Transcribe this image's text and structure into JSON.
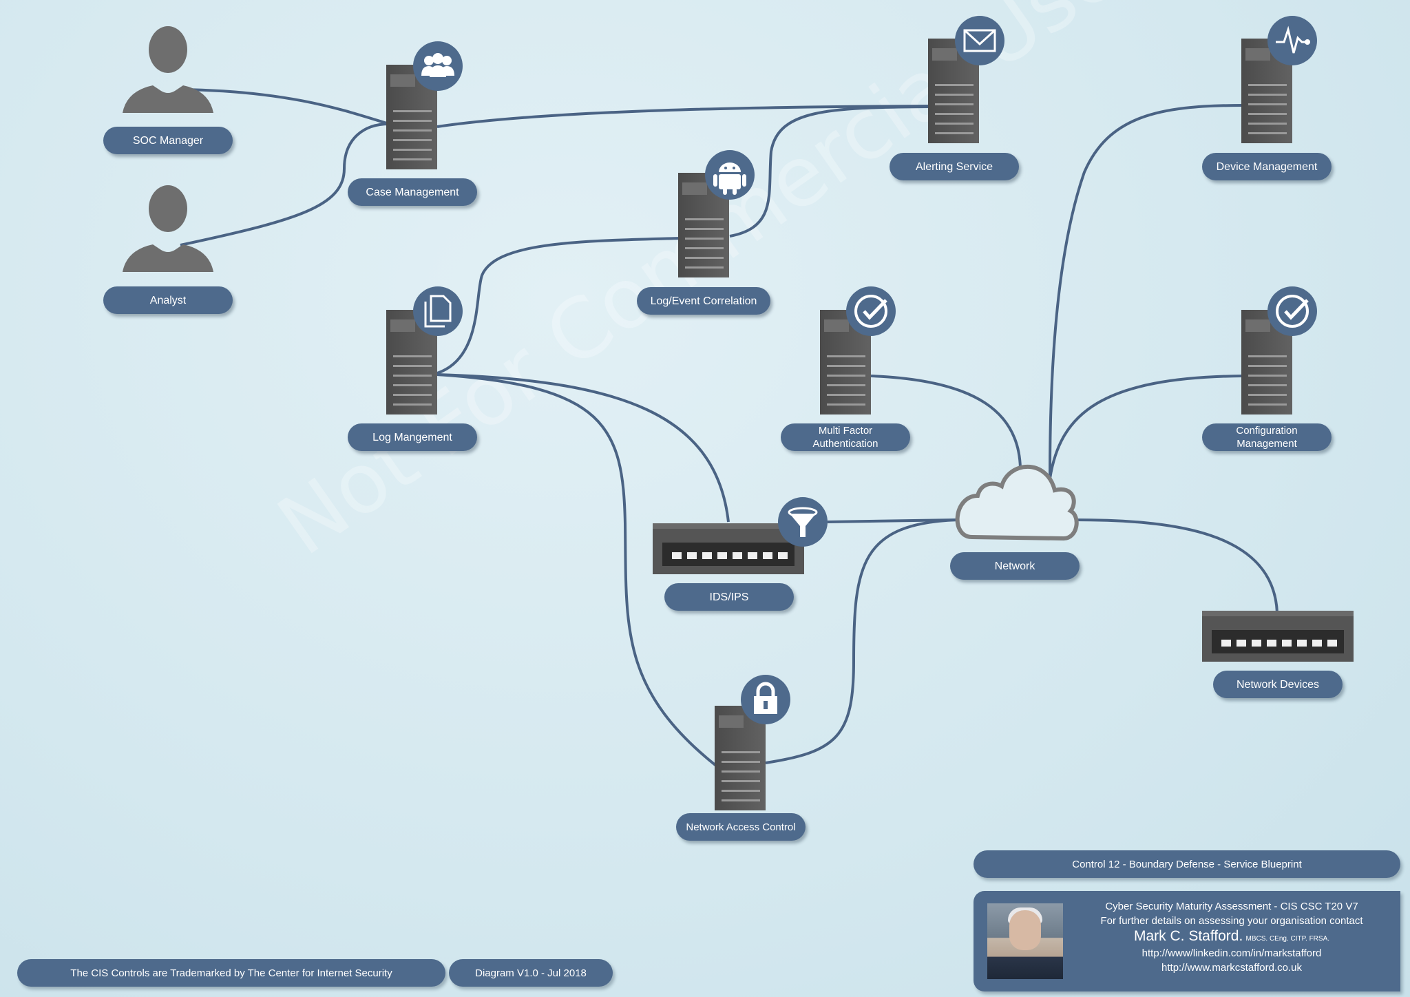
{
  "colors": {
    "accent": "#4e6a8c",
    "line": "#4a6384",
    "server": "#5a5a5a",
    "background": "#d4e8ef"
  },
  "watermark": "Not For Commercial Use",
  "nodes": {
    "soc_manager": {
      "label": "SOC Manager",
      "icon": "person-icon"
    },
    "analyst": {
      "label": "Analyst",
      "icon": "person-icon"
    },
    "case_management": {
      "label": "Case Management",
      "icon": "users-icon"
    },
    "alerting_service": {
      "label": "Alerting Service",
      "icon": "envelope-icon"
    },
    "device_management": {
      "label": "Device Management",
      "icon": "pulse-icon"
    },
    "log_event_correlation": {
      "label": "Log/Event Correlation",
      "icon": "android-icon"
    },
    "log_management": {
      "label": "Log Mangement",
      "icon": "documents-icon"
    },
    "multi_factor_auth": {
      "label_line1": "Multi Factor",
      "label_line2": "Authentication",
      "icon": "checkmark-icon"
    },
    "configuration_management": {
      "label_line1": "Configuration",
      "label_line2": "Management",
      "icon": "checkmark-icon"
    },
    "ids_ips": {
      "label": "IDS/IPS",
      "icon": "funnel-icon"
    },
    "network": {
      "label": "Network",
      "icon": "cloud-icon"
    },
    "network_devices": {
      "label": "Network Devices",
      "icon": "switch-icon"
    },
    "network_access_control": {
      "label": "Network Access Control",
      "icon": "padlock-icon"
    }
  },
  "title_bar": "Control 12 - Boundary Defense - Service Blueprint",
  "contact": {
    "line1": "Cyber Security Maturity Assessment - CIS CSC T20 V7",
    "line2": "For further details on assessing your organisation contact",
    "name": "Mark C. Stafford.",
    "credentials": "MBCS. CEng. CITP. FRSA.",
    "linkedin": "http://www/linkedin.com/in/markstafford",
    "website": "http://www.markcstafford.co.uk"
  },
  "footer": {
    "trademark": "The CIS Controls are Trademarked by The Center for Internet Security",
    "version": "Diagram V1.0 - Jul 2018"
  }
}
